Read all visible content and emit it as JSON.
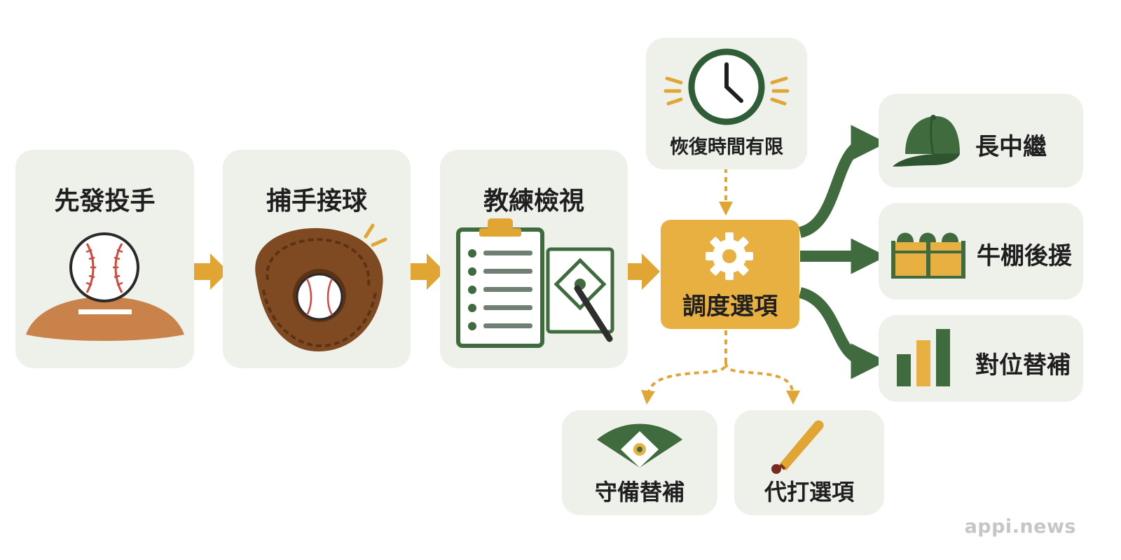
{
  "steps": [
    {
      "label": "先發投手",
      "icon": "pitcher-mound-baseball"
    },
    {
      "label": "捕手接球",
      "icon": "catcher-mitt"
    },
    {
      "label": "教練檢視",
      "icon": "clipboard-field-diagram"
    }
  ],
  "constraint": {
    "label": "恢復時間有限",
    "icon": "clock"
  },
  "hub": {
    "label": "調度選項",
    "icon": "gear"
  },
  "options": [
    {
      "label": "長中繼",
      "icon": "baseball-cap"
    },
    {
      "label": "牛棚後援",
      "icon": "bullpen-seats"
    },
    {
      "label": "對位替補",
      "icon": "bar-chart"
    }
  ],
  "secondary_options": [
    {
      "label": "守備替補",
      "icon": "baseball-field"
    },
    {
      "label": "代打選項",
      "icon": "baseball-bat"
    }
  ],
  "watermark": "appi.news",
  "colors": {
    "card_bg": "#eef0ea",
    "green": "#3f6b3f",
    "gold": "#e8b040",
    "arrow_gold": "#e1a534",
    "dirt": "#c9834a",
    "glove": "#7f4a22",
    "stitch": "#d04a3c"
  }
}
